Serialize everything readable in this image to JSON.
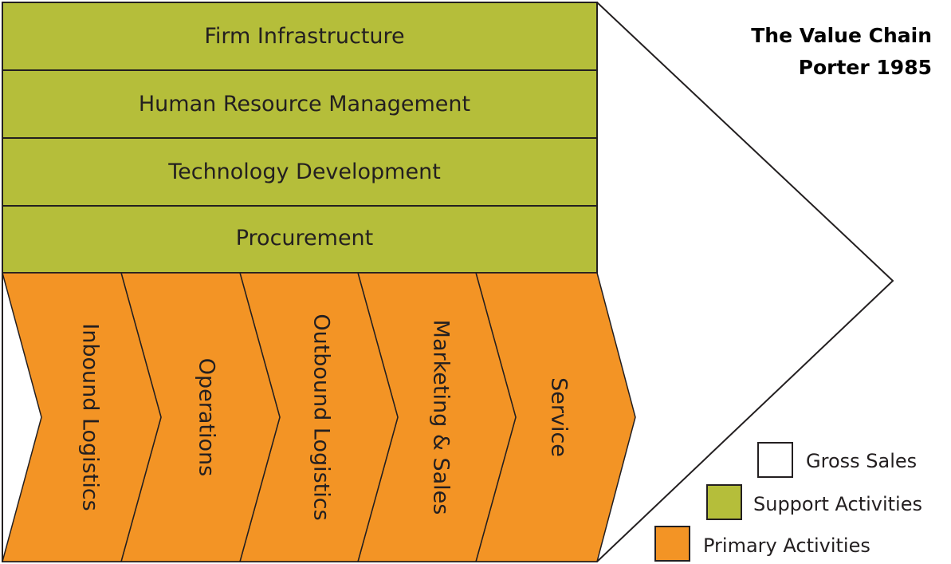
{
  "title": {
    "line1": "The Value Chain",
    "line2": "Porter 1985"
  },
  "support_activities": [
    "Firm Infrastructure",
    "Human Resource Management",
    "Technology Development",
    "Procurement"
  ],
  "primary_activities": [
    "Inbound Logistics",
    "Operations",
    "Outbound Logistics",
    "Marketing & Sales",
    "Service"
  ],
  "legend": {
    "gross_sales": "Gross Sales",
    "support": "Support Activities",
    "primary": "Primary Activities"
  },
  "colors": {
    "support_fill": "#b5be3a",
    "primary_fill": "#f39425",
    "gross_fill": "#ffffff",
    "stroke": "#231f20"
  }
}
